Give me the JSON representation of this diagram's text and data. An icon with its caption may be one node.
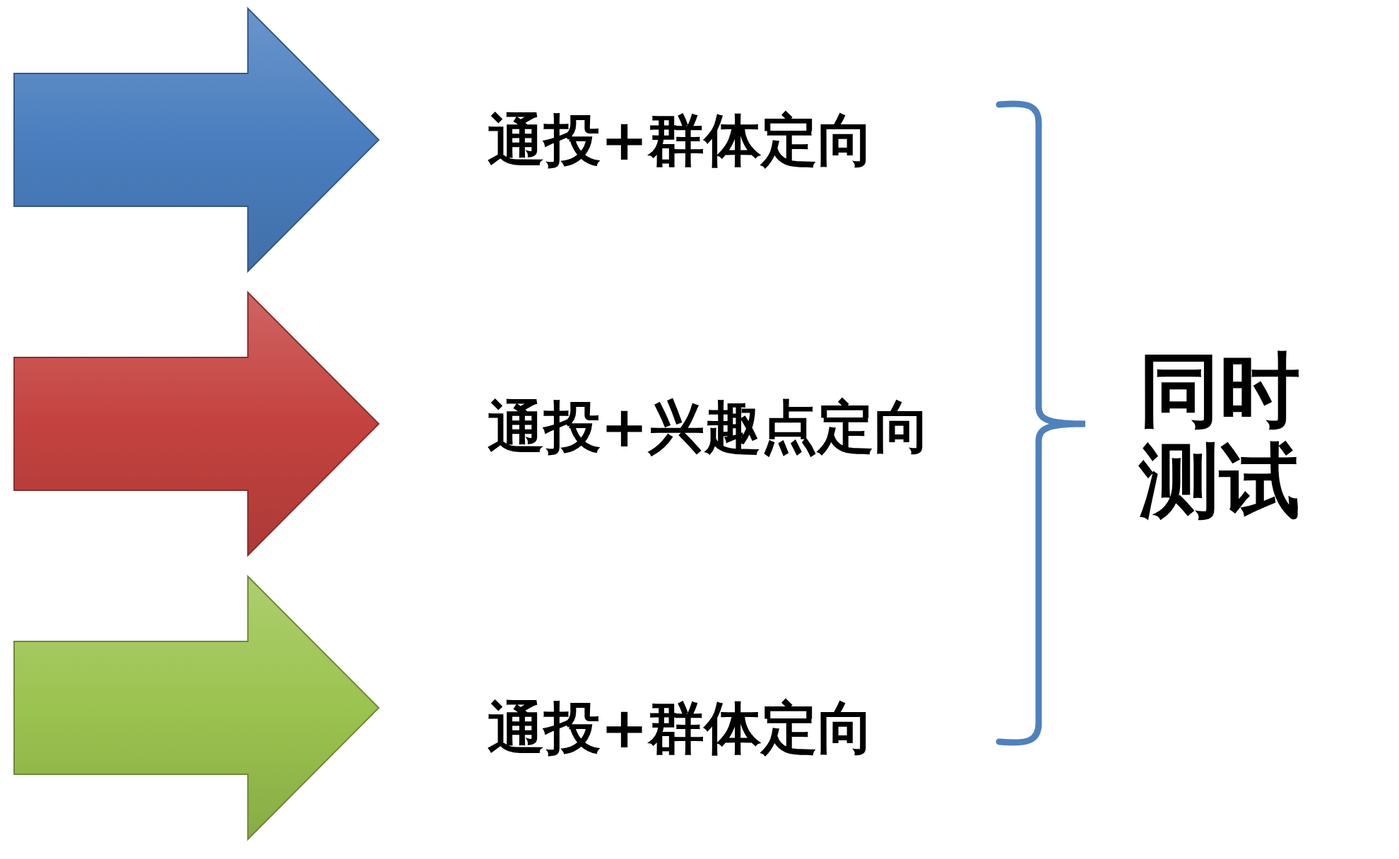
{
  "diagram": {
    "nodes": [
      {
        "text": [],
        "shape": "arrow",
        "beside": [
          "通投+群体定向"
        ]
      },
      {
        "text": [],
        "shape": "arrow",
        "beside": [
          "通投+兴趣点定向"
        ]
      },
      {
        "text": [],
        "shape": "arrow",
        "beside": [
          "通投+群体定向"
        ]
      }
    ],
    "labels": [
      "同时测试"
    ]
  }
}
